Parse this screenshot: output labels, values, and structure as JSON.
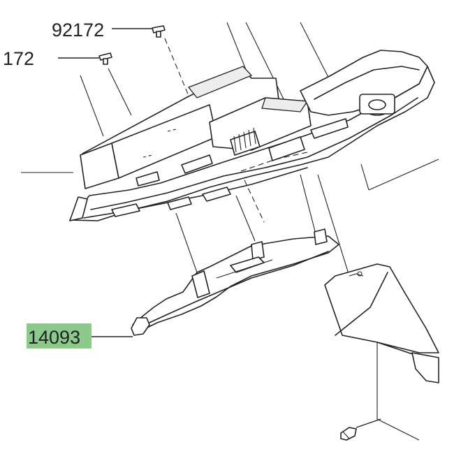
{
  "parts": [
    {
      "number": "92172"
    },
    {
      "number": "172"
    },
    {
      "number": "14093",
      "highlighted": true
    }
  ],
  "highlight_color": "#8cc98c"
}
